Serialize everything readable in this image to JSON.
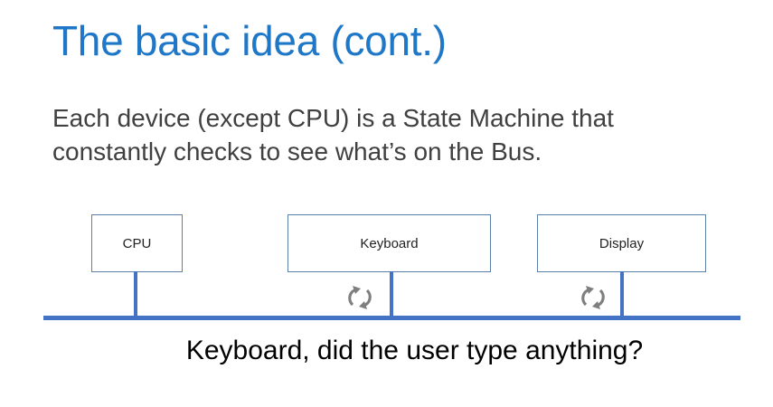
{
  "slide": {
    "title": "The basic idea (cont.)",
    "body_lines": [
      "Each device (except CPU) is a State Machine that",
      "constantly checks to see what’s on the Bus."
    ],
    "devices": [
      {
        "label": "CPU",
        "polling_icon": null
      },
      {
        "label": "Keyboard",
        "polling_icon": "cycle-arrows-icon"
      },
      {
        "label": "Display",
        "polling_icon": "cycle-arrows-icon"
      }
    ],
    "caption": "Keyboard, did the user type anything?",
    "colors": {
      "title": "#1f77c8",
      "bus": "#4472c4",
      "box_border": "#5b7fa6",
      "icon": "#7f7f7f"
    }
  }
}
